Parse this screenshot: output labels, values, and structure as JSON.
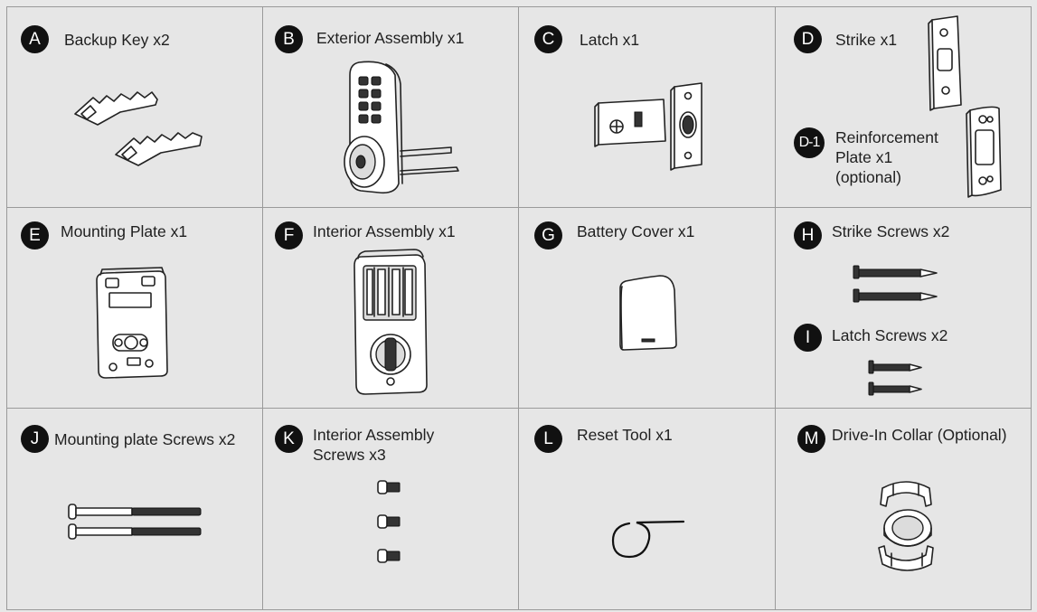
{
  "items": [
    {
      "letter": "A",
      "label": "Backup Key x2",
      "icon": "key-icon"
    },
    {
      "letter": "B",
      "label": "Exterior Assembly x1",
      "icon": "exterior-assembly-icon"
    },
    {
      "letter": "C",
      "label": "Latch x1",
      "icon": "latch-icon"
    },
    {
      "letter": "D",
      "label": "Strike x1",
      "icon": "strike-icon"
    },
    {
      "letter": "D-1",
      "label_lines": [
        "Reinforcement",
        "Plate x1",
        "(optional)"
      ],
      "icon": "reinforcement-plate-icon"
    },
    {
      "letter": "E",
      "label": "Mounting Plate x1",
      "icon": "mounting-plate-icon"
    },
    {
      "letter": "F",
      "label": "Interior Assembly x1",
      "icon": "interior-assembly-icon"
    },
    {
      "letter": "G",
      "label": "Battery Cover x1",
      "icon": "battery-cover-icon"
    },
    {
      "letter": "H",
      "label": "Strike Screws x2",
      "icon": "strike-screw-icon"
    },
    {
      "letter": "I",
      "label": "Latch Screws x2",
      "icon": "latch-screw-icon"
    },
    {
      "letter": "J",
      "label": "Mounting plate Screws x2",
      "icon": "mounting-screw-icon"
    },
    {
      "letter": "K",
      "label_lines": [
        "Interior Assembly",
        "Screws x3"
      ],
      "icon": "interior-screw-icon"
    },
    {
      "letter": "L",
      "label": "Reset Tool x1",
      "icon": "reset-tool-icon"
    },
    {
      "letter": "M",
      "label": "Drive-In Collar (Optional)",
      "icon": "drive-in-collar-icon"
    }
  ]
}
